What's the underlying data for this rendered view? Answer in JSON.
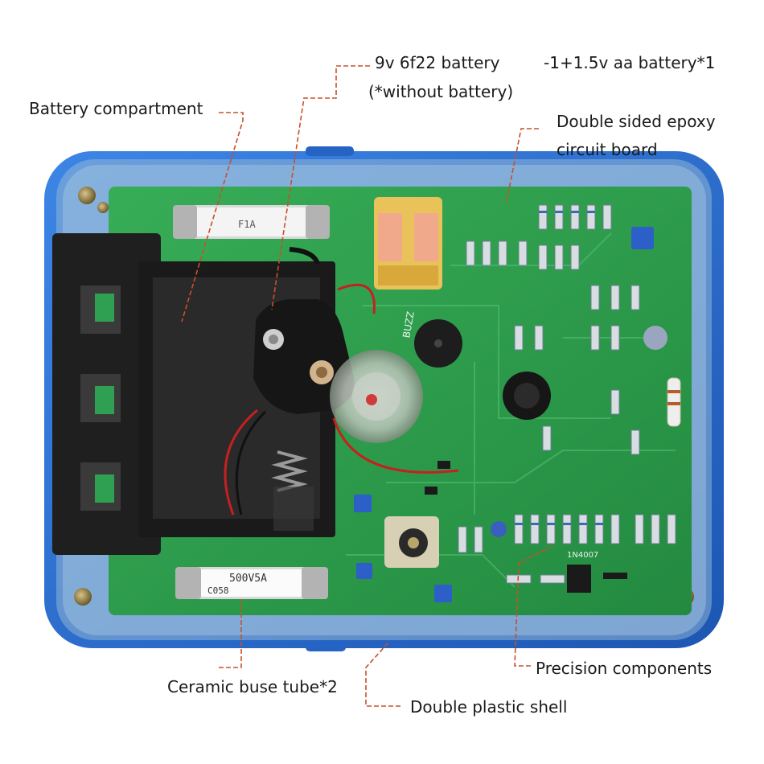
{
  "callouts": {
    "battery_9v_line1": "9v 6f22 battery",
    "battery_9v_line2": "(*without battery)",
    "battery_aa": "-1+1.5v aa battery*1",
    "battery_compartment": "Battery compartment",
    "circuit_board_line1": "Double sided epoxy",
    "circuit_board_line2": "circuit board",
    "precision_components": "Precision components",
    "ceramic_fuse": "Ceramic buse tube*2",
    "plastic_shell": "Double plastic shell"
  },
  "component_prints": {
    "buzzer": "BUZZ",
    "diode_part": "1N4007",
    "fuse_rating_bottom": "500V5A",
    "fuse_code_bottom": "C058",
    "fuse_rating_top": "F1A"
  },
  "colors": {
    "shell_blue": "#2a6fd0",
    "board_green": "#2f9e4c",
    "leader_line": "#c9502a"
  }
}
